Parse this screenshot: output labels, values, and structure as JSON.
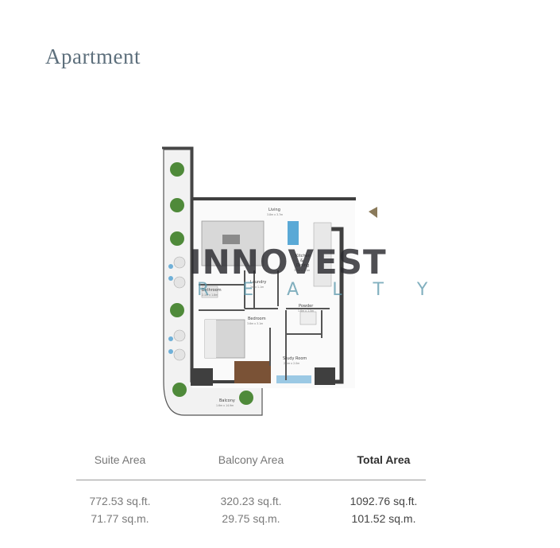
{
  "title": "Apartment",
  "plan_labels": {
    "living": "Living",
    "living_dim": "3.8m x 3.7m",
    "kitchen": "Kitchen",
    "kitchen_amp": "&",
    "dining": "Dining",
    "kitchen_dim": "3.2m x 3.1m",
    "bathroom": "Bathroom",
    "bathroom_dim": "2.1m x 1.8m",
    "laundry": "Laundry",
    "laundry_dim": "2m x 1.1m",
    "powder": "Powder",
    "powder_dim": "1.6m x 1.5m",
    "bedroom": "Bedroom",
    "bedroom_dim": "3.6m x 3.1m",
    "study": "Study Room",
    "study_dim": "2.1m x 2.0m",
    "balcony": "Balcony",
    "balcony_dim": "1.6m x 14.9m"
  },
  "watermark": {
    "brand": "INNOVEST",
    "sub": "REALTY"
  },
  "area_table": {
    "headers": {
      "suite": "Suite Area",
      "balcony": "Balcony Area",
      "total": "Total Area"
    },
    "sqft": {
      "suite": "772.53 sq.ft.",
      "balcony": "320.23 sq.ft.",
      "total": "1092.76 sq.ft."
    },
    "sqm": {
      "suite": "71.77 sq.m.",
      "balcony": "29.75 sq.m.",
      "total": "101.52 sq.m."
    }
  },
  "colors": {
    "title": "#5d6f7c",
    "wall": "#3f3f3f",
    "plant": "#4f8a3a",
    "water": "#5aa9d6",
    "wood": "#7a5236"
  }
}
